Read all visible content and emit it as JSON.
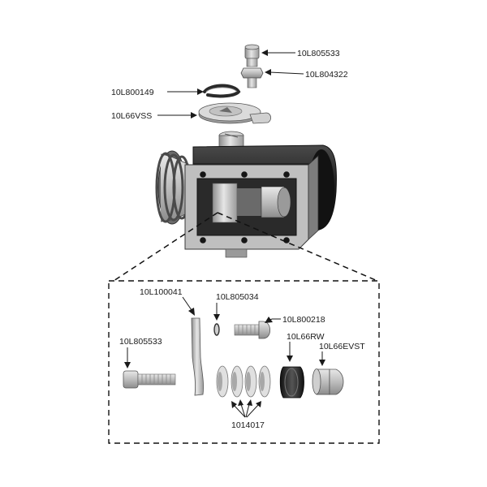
{
  "parts": {
    "top_screw": "10L805533",
    "nut": "10L804322",
    "retaining_ring": "10L800149",
    "valve_stem_stop": "10L66VSS",
    "bracket": "10L100041",
    "lock_washer": "10L805034",
    "plug_screw": "10L800218",
    "cap_screw": "10L805533",
    "rubber_washer": "10L66RW",
    "valve_tip": "10L66EVST",
    "spacer_washers": "1014017"
  },
  "colors": {
    "body_dark": "#1e1e1e",
    "body_mid": "#5a5a5a",
    "metal_light": "#d4d4d4",
    "metal_mid": "#a8a8a8",
    "ink": "#1a1a1a"
  }
}
